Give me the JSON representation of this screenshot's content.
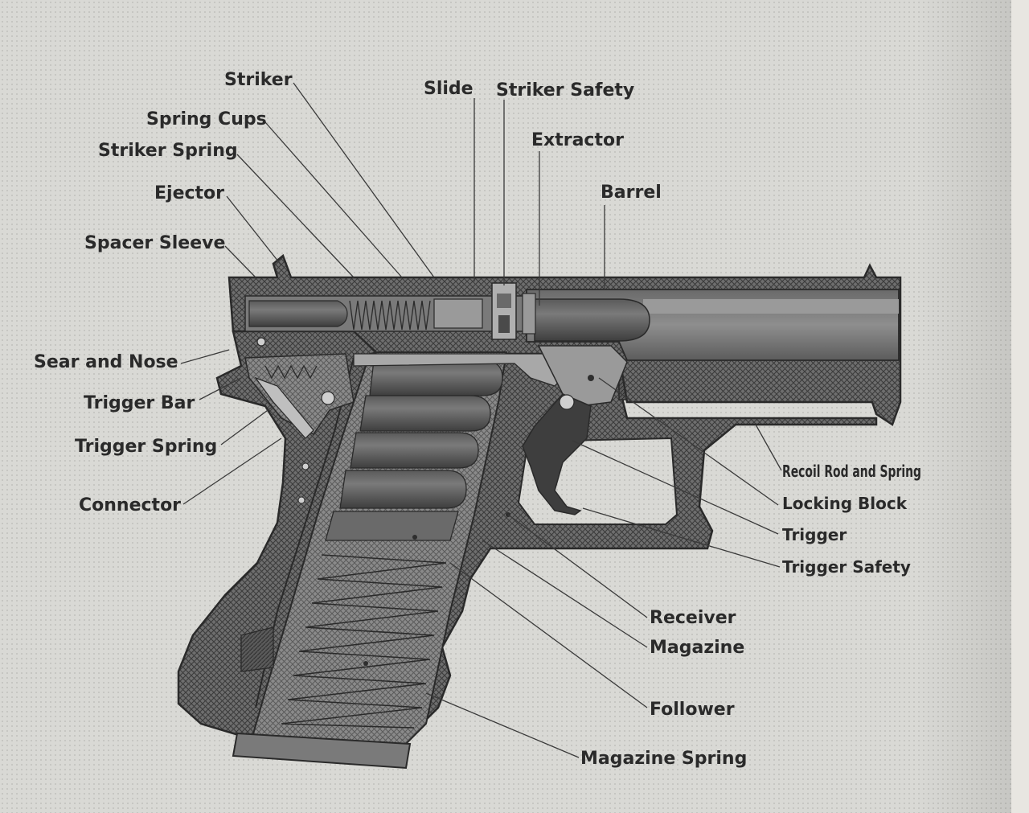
{
  "diagram": {
    "labels_left": [
      "Striker",
      "Spring Cups",
      "Striker Spring",
      "Ejector",
      "Spacer Sleeve",
      "Sear and Nose",
      "Trigger Bar",
      "Trigger Spring",
      "Connector"
    ],
    "labels_top": [
      "Slide",
      "Striker Safety",
      "Extractor",
      "Barrel"
    ],
    "labels_right": [
      "Recoil Rod and Spring",
      "Locking Block",
      "Trigger",
      "Trigger Safety"
    ],
    "labels_bottom": [
      "Receiver",
      "Magazine",
      "Follower",
      "Magazine Spring"
    ]
  },
  "colors": {
    "paper": "#d6d6d2",
    "ink": "#2a2a2a",
    "part_dark": "#4a4a4a",
    "part_mid": "#8c8c8c",
    "part_light": "#c8c8c8"
  }
}
